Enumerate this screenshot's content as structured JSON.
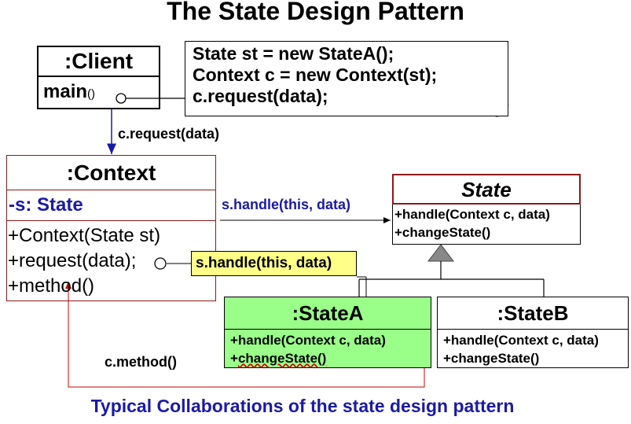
{
  "title": "The State Design Pattern",
  "client": {
    "name": ":Client",
    "method": "main",
    "method_parens": "()"
  },
  "note": {
    "line1": "State st = new StateA();",
    "line2": "Context c = new Context(st);",
    "line3": "c.request(data);"
  },
  "label_request": "c.request(data)",
  "context": {
    "name": ":Context",
    "attr": "-s: State",
    "op1": "+Context(State st)",
    "op2": "+request(data);",
    "op3": "+method()"
  },
  "label_handle": "s.handle(this, data)",
  "callout": {
    "prefix": "s",
    "rest": ".handle(this, data)"
  },
  "state": {
    "name": "State",
    "op1": "+handle(Context c, data)",
    "op2": "+changeState()"
  },
  "stateA": {
    "name": ":StateA",
    "op1": "+handle(Context c, data)",
    "op2_prefix": "+",
    "op2_rest": "changeState()"
  },
  "stateB": {
    "name": ":StateB",
    "op1": "+handle(Context c, data)",
    "op2": "+changeState()"
  },
  "label_method": "c.method()",
  "caption": "Typical Collaborations of the state design pattern",
  "colors": {
    "blue": "#1a1aa8",
    "dark_red": "#8b1a1a",
    "stateA_fill": "#99ff88",
    "callout_fill": "#ffff88",
    "arrow_red": "#cc0000"
  }
}
